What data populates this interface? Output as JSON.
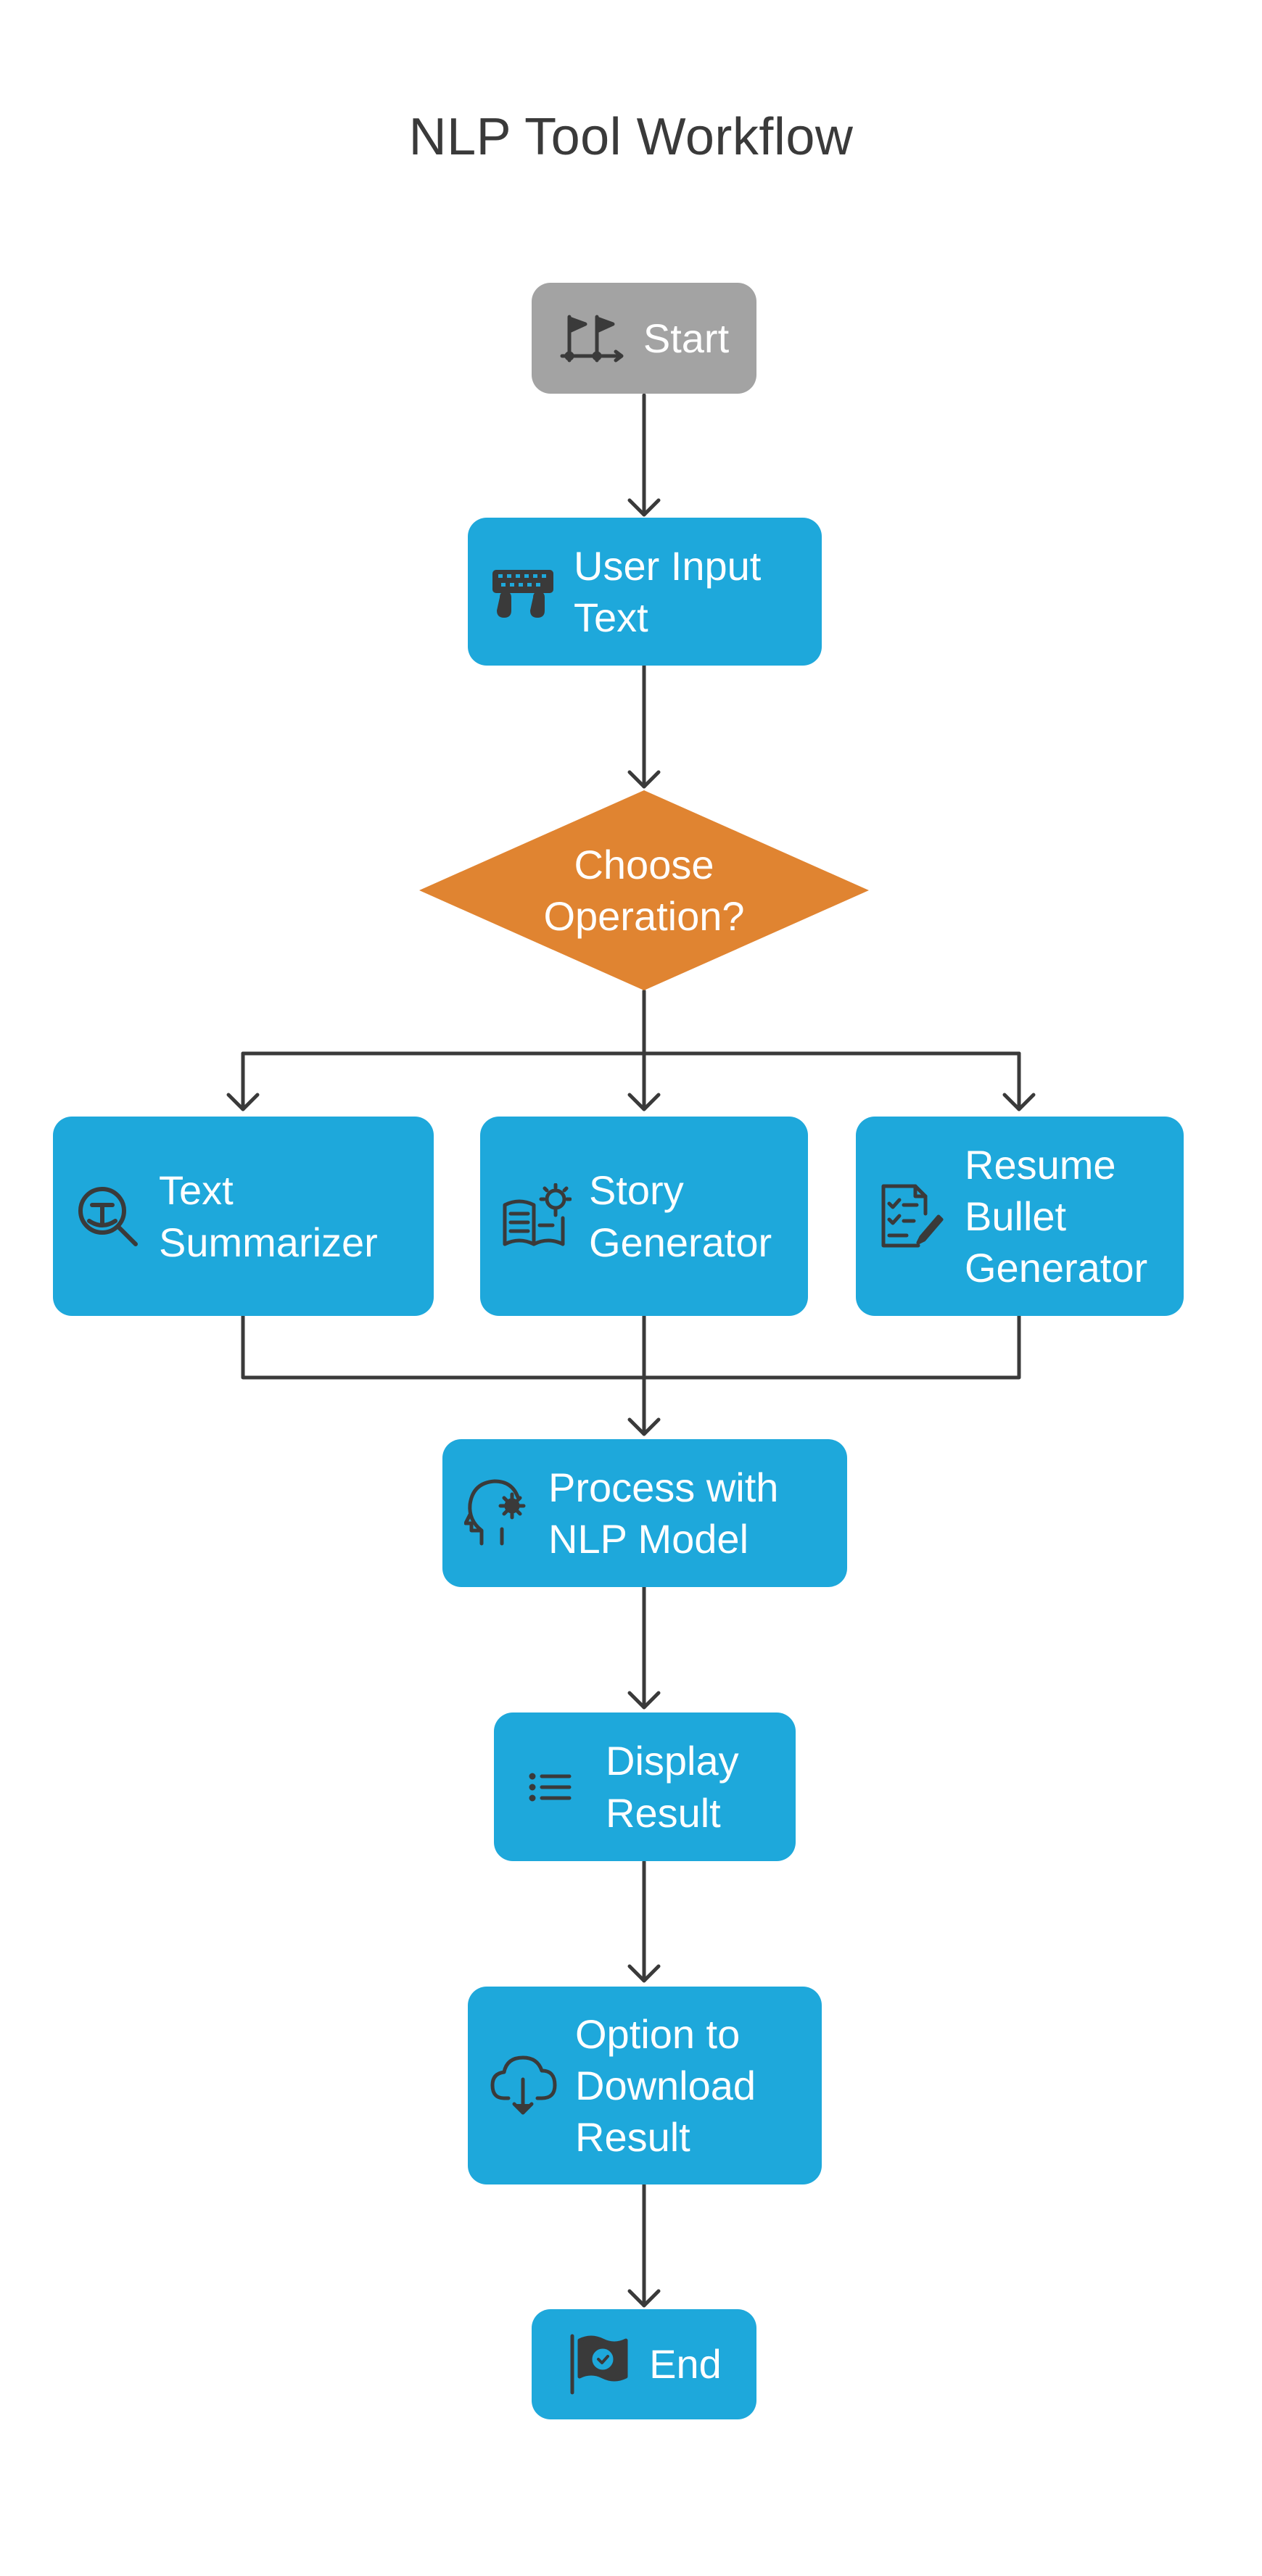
{
  "title": "NLP Tool Workflow",
  "colors": {
    "process": "#1ea8db",
    "start": "#a3a3a3",
    "decision": "#e08431",
    "connector": "#3a3a3a",
    "icon": "#3a3a3a"
  },
  "nodes": {
    "start": {
      "label": "Start",
      "icon": "flags-icon"
    },
    "user_input": {
      "label": "User Input\nText",
      "icon": "keyboard-icon"
    },
    "decision": {
      "label": "Choose\nOperation?"
    },
    "summarizer": {
      "label": "Text\nSummarizer",
      "icon": "text-search-icon"
    },
    "story": {
      "label": "Story\nGenerator",
      "icon": "book-idea-icon"
    },
    "resume": {
      "label": "Resume\nBullet\nGenerator",
      "icon": "checklist-edit-icon"
    },
    "process": {
      "label": "Process with\nNLP Model",
      "icon": "head-gear-icon"
    },
    "display": {
      "label": "Display\nResult",
      "icon": "list-icon"
    },
    "download": {
      "label": "Option to\nDownload\nResult",
      "icon": "cloud-download-icon"
    },
    "end": {
      "label": "End",
      "icon": "flag-check-icon"
    }
  }
}
